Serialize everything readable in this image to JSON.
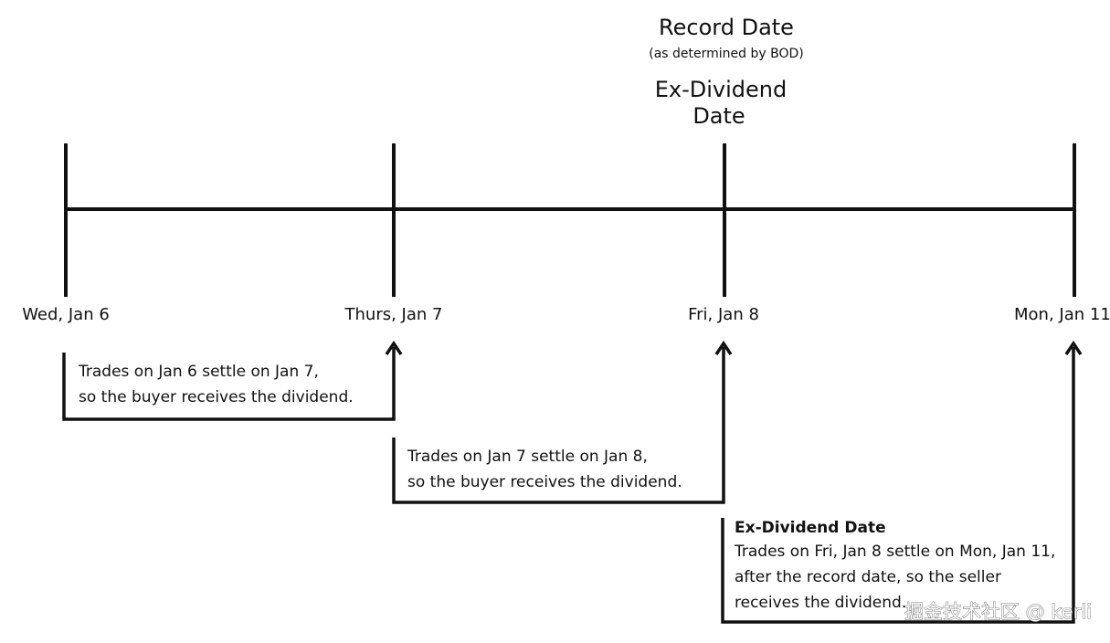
{
  "header": {
    "record_date": "Record Date",
    "record_date_note": "(as determined by BOD)",
    "ex_dividend_line1": "Ex-Dividend",
    "ex_dividend_line2": "Date"
  },
  "timeline": {
    "dates": [
      "Wed, Jan 6",
      "Thurs, Jan 7",
      "Fri, Jan 8",
      "Mon, Jan 11"
    ]
  },
  "notes": [
    {
      "lines": [
        "Trades on Jan 6 settle on Jan 7,",
        "so the buyer receives the dividend."
      ]
    },
    {
      "lines": [
        "Trades on Jan 7 settle on Jan 8,",
        "so the buyer receives the dividend."
      ]
    },
    {
      "title": "Ex-Dividend Date",
      "lines": [
        "Trades on Fri, Jan 8 settle on Mon, Jan 11,",
        "after the record date, so the seller",
        "receives the dividend."
      ]
    }
  ],
  "watermark": "掘金技术社区 @ kerli",
  "colors": {
    "ink": "#111111",
    "background": "#ffffff"
  }
}
